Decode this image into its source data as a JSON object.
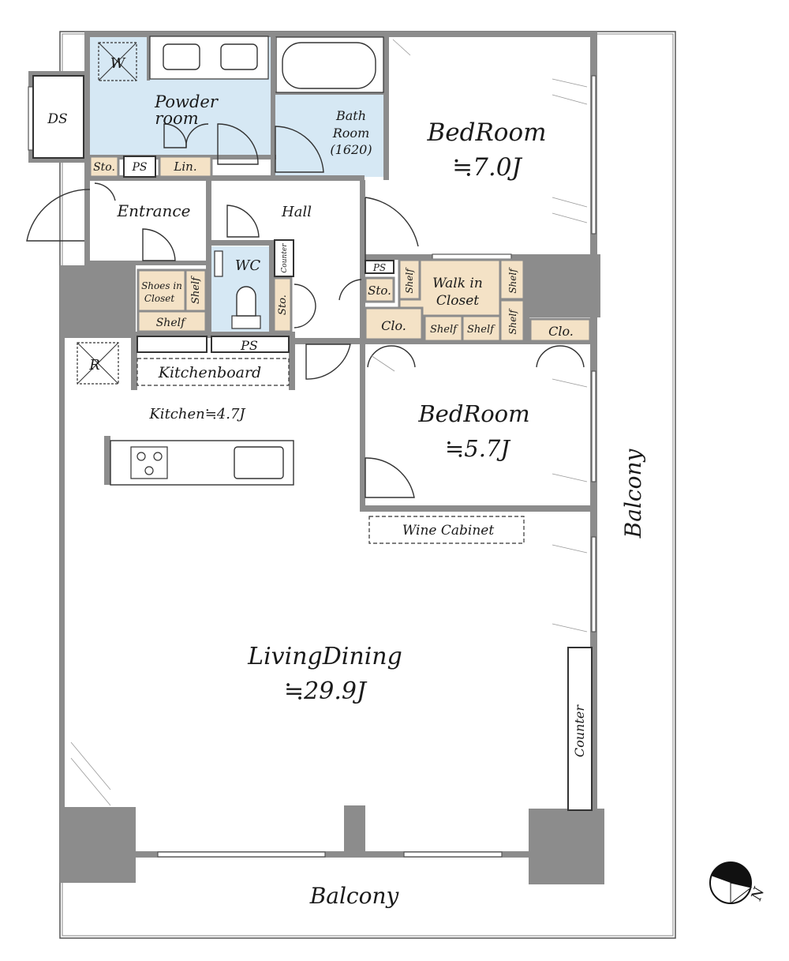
{
  "colors": {
    "wall": "#8c8c8c",
    "wet_area": "#d6e8f4",
    "storage": "#f4e2c6",
    "line": "#333333",
    "background": "#ffffff"
  },
  "icons": [
    "compass-icon",
    "washer-icon",
    "refrigerator-icon",
    "stove-icon",
    "sink-icon",
    "toilet-icon",
    "bathtub-icon"
  ],
  "labels": {
    "powder_room_1": "Powder",
    "powder_room_2": "room",
    "bath_1": "Bath",
    "bath_2": "Room",
    "bath_3": "(1620)",
    "washer": "W",
    "ds": "DS",
    "sto_top": "Sto.",
    "ps_top": "PS",
    "linen": "Lin.",
    "bedroom1": "BedRoom",
    "bedroom1_size": "≒7.0J",
    "entrance": "Entrance",
    "hall": "Hall",
    "wc": "WC",
    "counter_small": "Counter",
    "shoes_closet_1": "Shoes in",
    "shoes_closet_2": "Closet",
    "shelf_a": "Shelf",
    "shelf_b": "Shelf",
    "sto_wc": "Sto.",
    "ps_mid": "PS",
    "sto_mid": "Sto.",
    "wic_1": "Walk in",
    "wic_2": "Closet",
    "wic_shelf_l": "Shelf",
    "wic_shelf_r1": "Shelf",
    "wic_shelf_r2": "Shelf",
    "wic_shelf_b1": "Shelf",
    "wic_shelf_b2": "Shelf",
    "clo_1": "Clo.",
    "clo_2": "Clo.",
    "ps_kitchen": "PS",
    "refrigerator": "R",
    "kitchenboard": "Kitchenboard",
    "kitchen": "Kitchen≒4.7J",
    "bedroom2": "BedRoom",
    "bedroom2_size": "≒5.7J",
    "wine_cabinet": "Wine Cabinet",
    "living_dining": "LivingDining",
    "living_dining_size": "≒29.9J",
    "counter_large": "Counter",
    "balcony_east": "Balcony",
    "balcony_south": "Balcony",
    "north": "N"
  }
}
